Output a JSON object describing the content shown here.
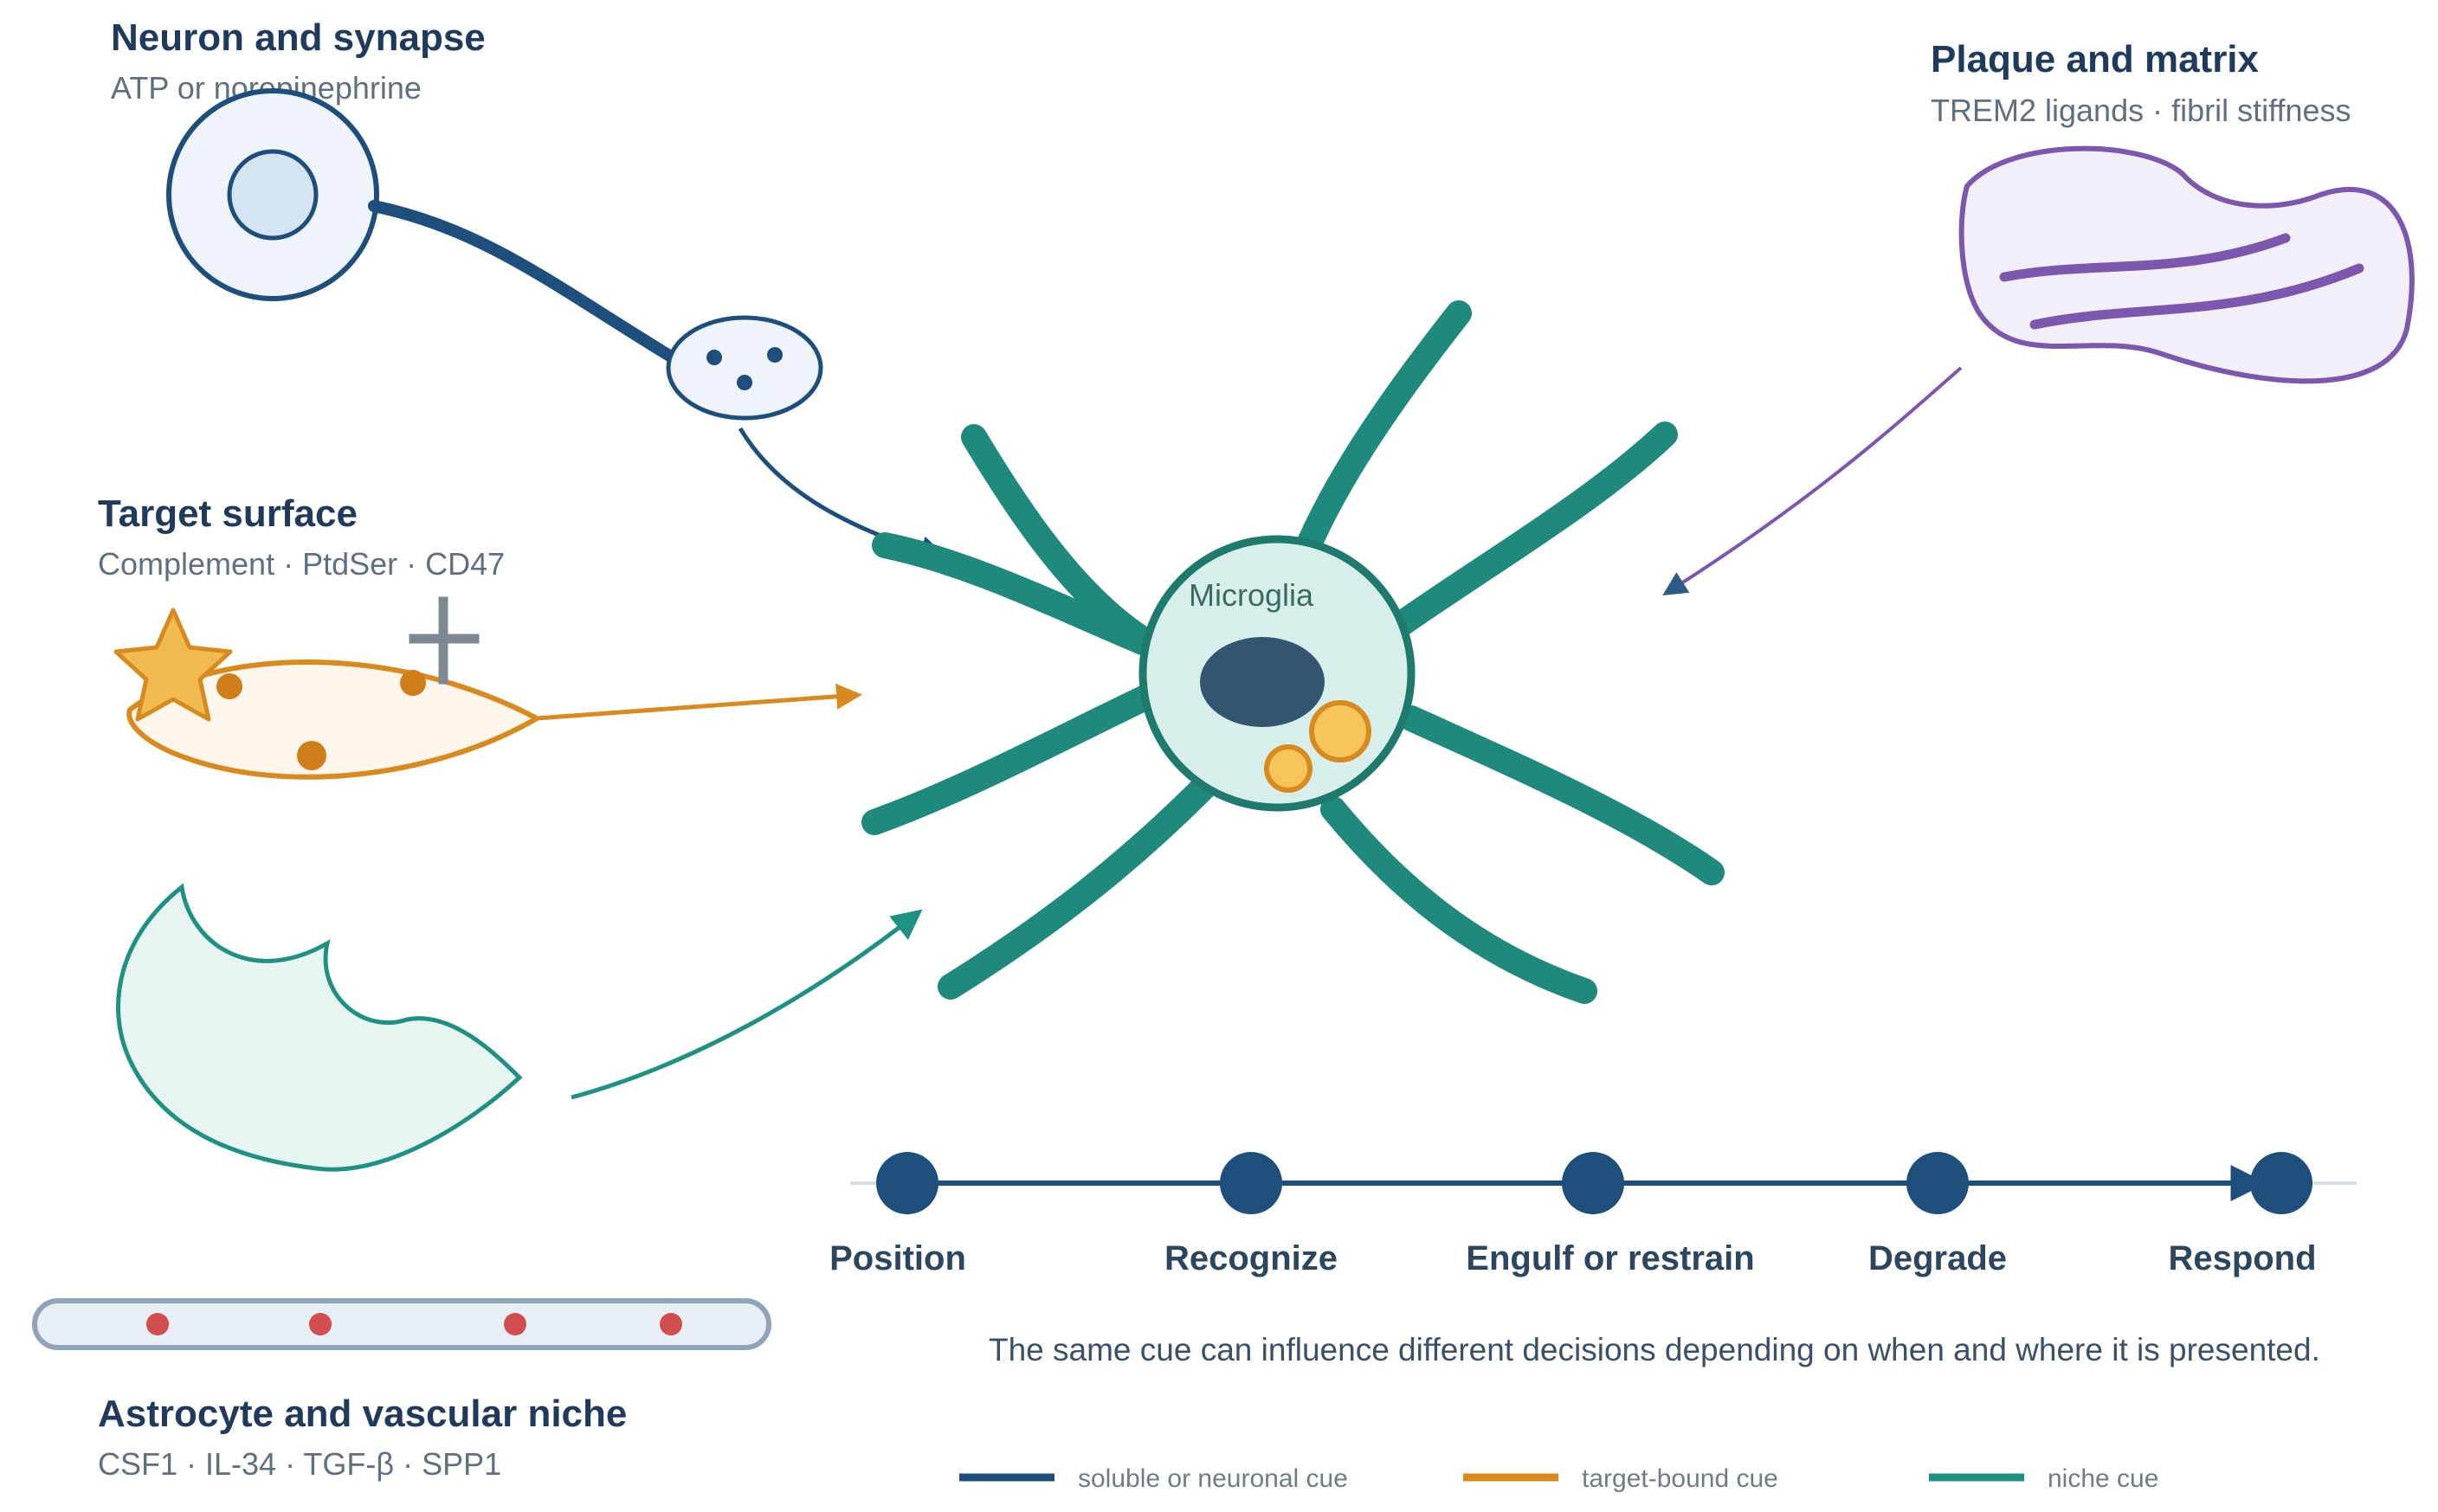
{
  "sources": {
    "neuron": {
      "title": "Neuron and synapse",
      "subtitle": "ATP or norepinephrine"
    },
    "plaque": {
      "title": "Plaque and matrix",
      "subtitle": "TREM2 ligands · fibril stiffness"
    },
    "target": {
      "title": "Target surface",
      "subtitle": "Complement · PtdSer · CD47"
    },
    "niche": {
      "title": "Astrocyte and vascular niche",
      "subtitle": "CSF1 · IL-34 · TGF-β · SPP1"
    }
  },
  "cell": {
    "label": "Microglia"
  },
  "stages": [
    {
      "label": "Position"
    },
    {
      "label": "Recognize"
    },
    {
      "label": "Engulf or restrain"
    },
    {
      "label": "Degrade"
    },
    {
      "label": "Respond"
    }
  ],
  "note": "The same cue can influence different decisions depending on when and where it is presented.",
  "legend": [
    {
      "label": "soluble or neuronal cue",
      "color": "#1e4f7c"
    },
    {
      "label": "target-bound cue",
      "color": "#d98a1e"
    },
    {
      "label": "niche cue",
      "color": "#1f9183"
    }
  ],
  "colors": {
    "navy": "#1e4f7c",
    "orange": "#d98a1e",
    "teal": "#1f8a7c",
    "purple": "#7b57ad"
  }
}
